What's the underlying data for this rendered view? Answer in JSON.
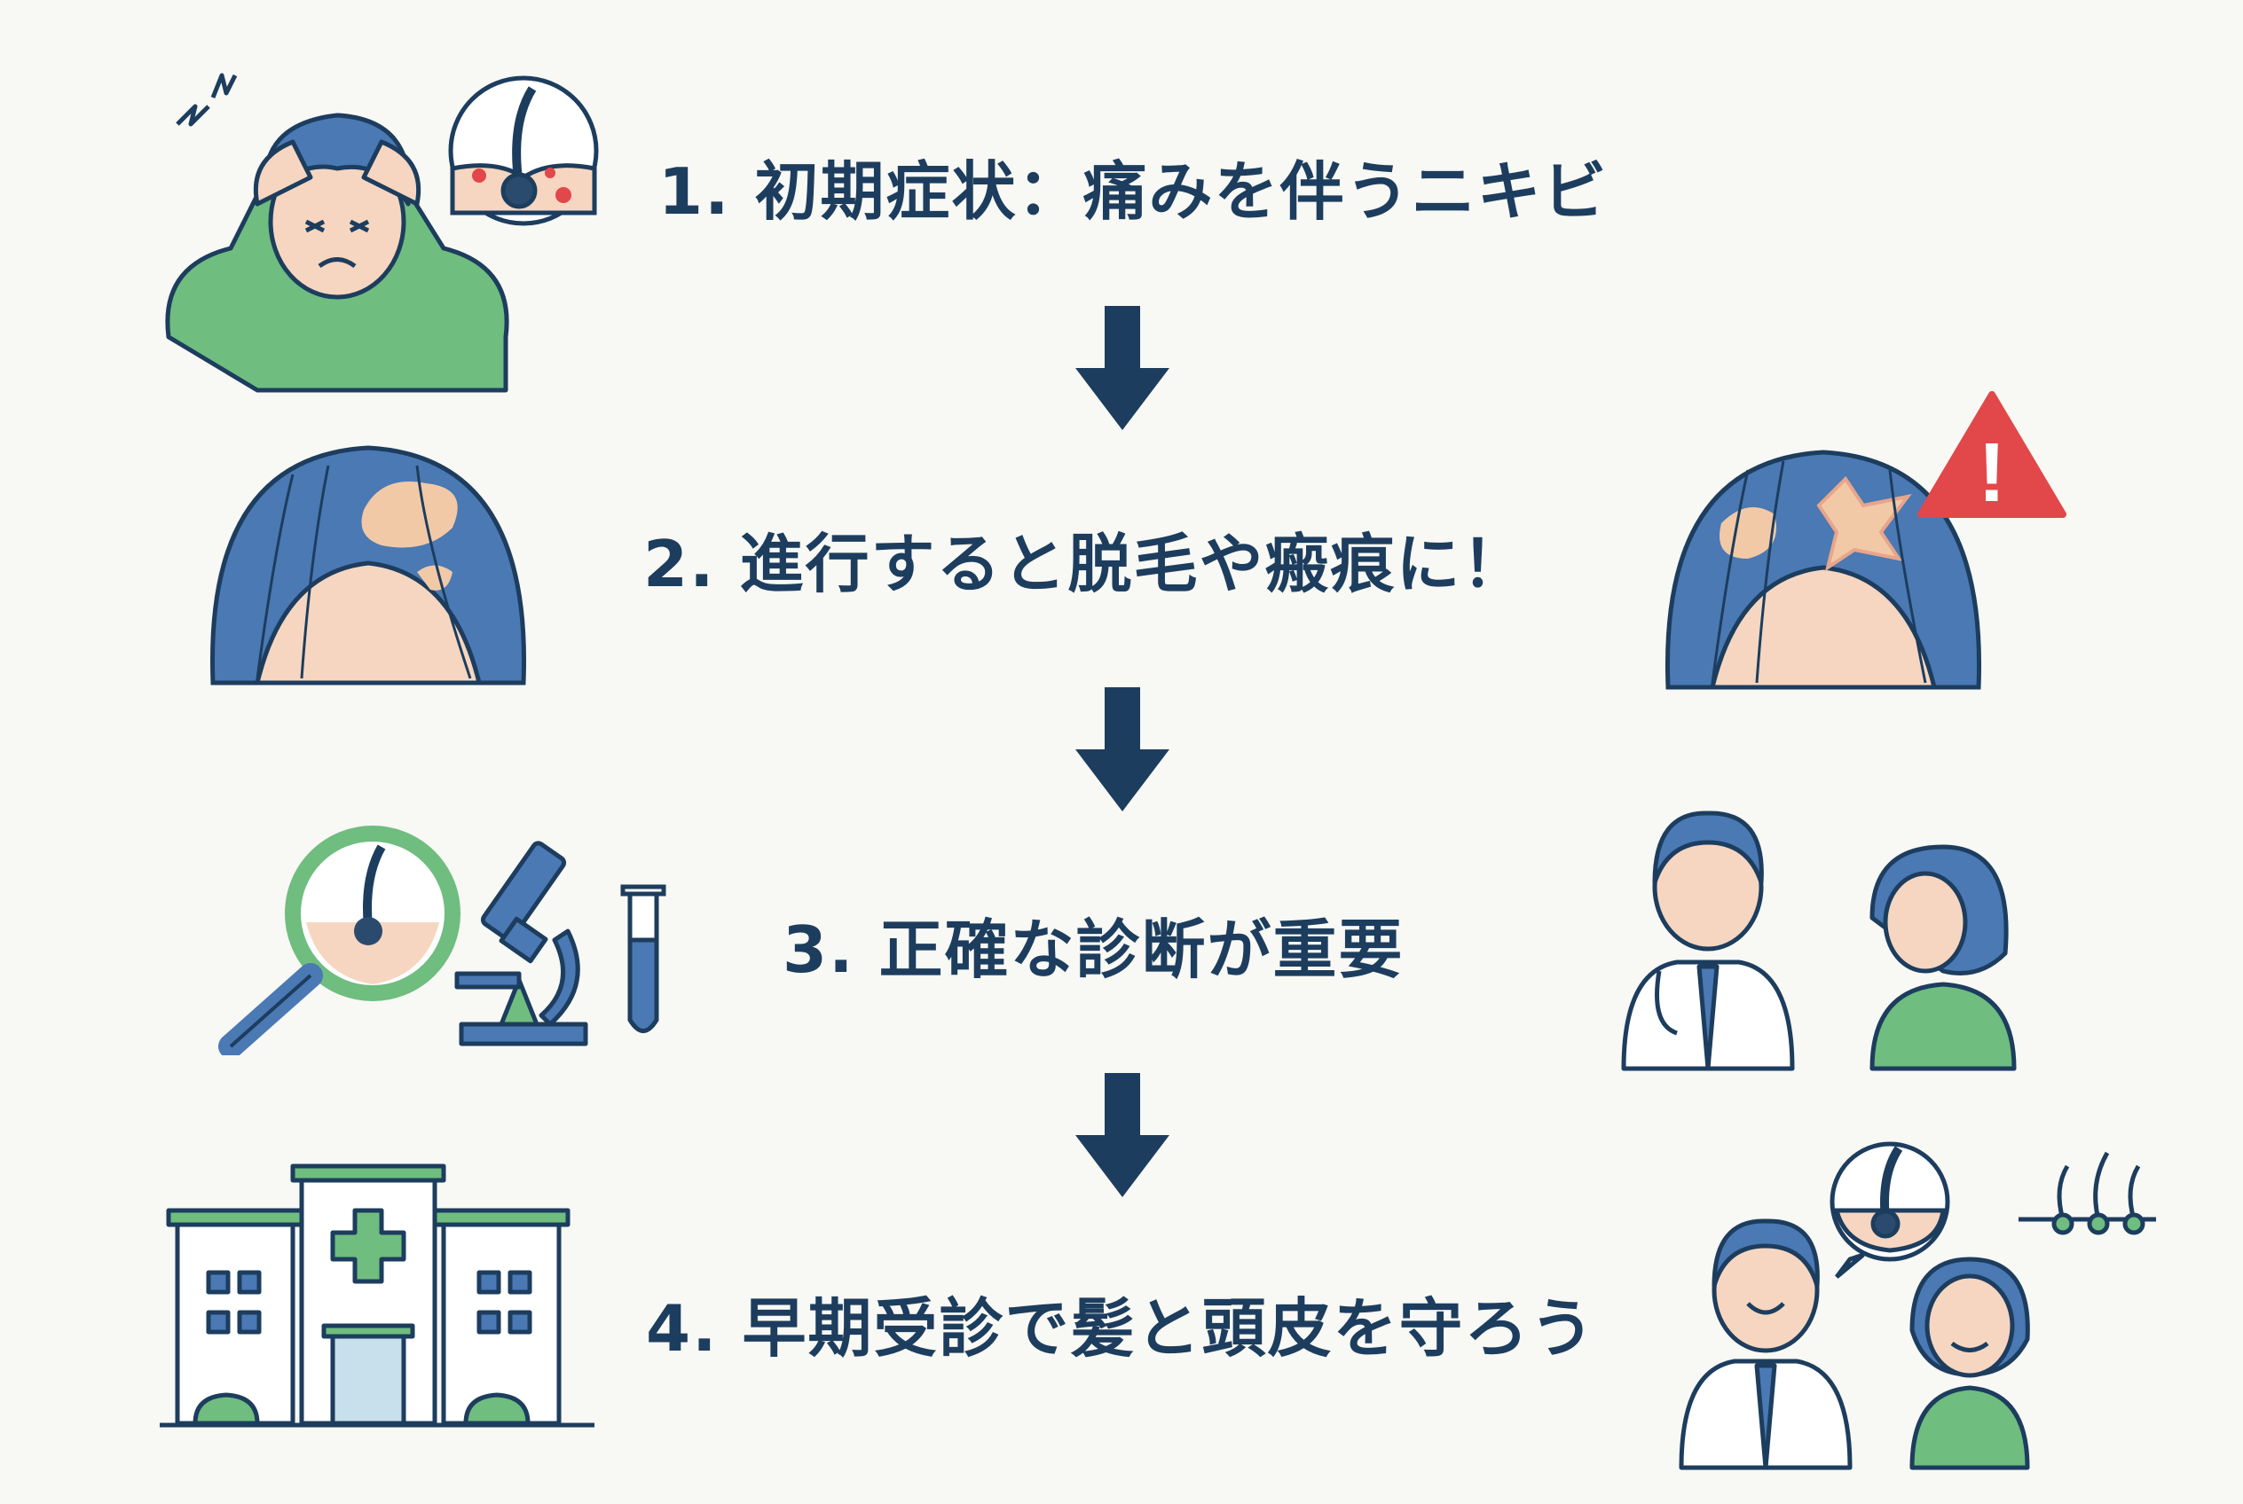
{
  "colors": {
    "navy": "#1d3d5e",
    "blue": "#4a79b4",
    "green": "#6fbd7f",
    "skin": "#f6d6c0",
    "red": "#e2474a",
    "bg": "#f8f8f4"
  },
  "steps": [
    {
      "text": "1. 初期症状：痛みを伴うニキビ",
      "icons": [
        "worried-person-icon",
        "follicle-zoom-icon"
      ]
    },
    {
      "text": "2. 進行すると脱毛や瘢痕に！",
      "icons": [
        "bald-patch-head-icon",
        "scarred-head-icon",
        "warning-icon"
      ]
    },
    {
      "text": "3. 正確な診断が重要",
      "icons": [
        "magnifier-icon",
        "microscope-icon",
        "test-tube-icon",
        "doctor-patient-icon"
      ]
    },
    {
      "text": "4. 早期受診で髪と頭皮を守ろう",
      "icons": [
        "hospital-icon",
        "happy-doctor-patient-icon",
        "healthy-hair-icon"
      ]
    }
  ],
  "warning_mark": "!"
}
